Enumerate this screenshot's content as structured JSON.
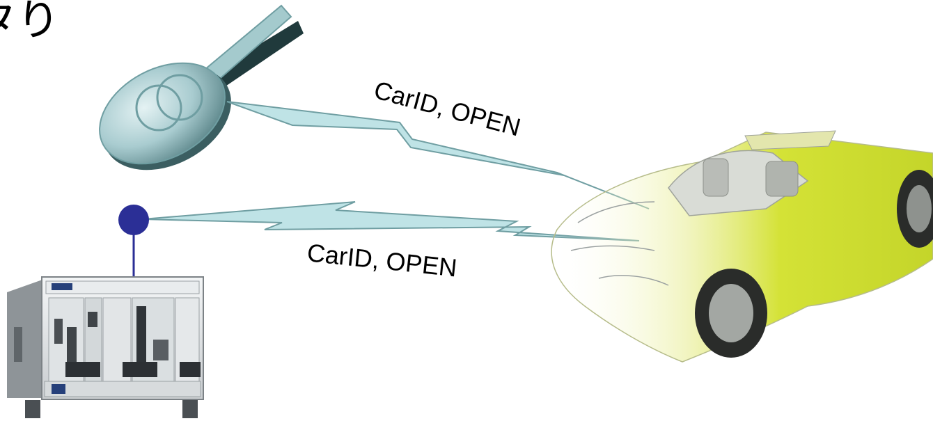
{
  "heading": {
    "text": "タり"
  },
  "signals": {
    "top_label": "CarID, OPEN",
    "bottom_label": "CarID, OPEN"
  },
  "colors": {
    "bolt_fill": "#bfe3e6",
    "bolt_stroke": "#6f9ea2",
    "key_fill": "#a9ccd0",
    "antenna_node": "#2b2f96",
    "car_body": "#d4e236"
  }
}
